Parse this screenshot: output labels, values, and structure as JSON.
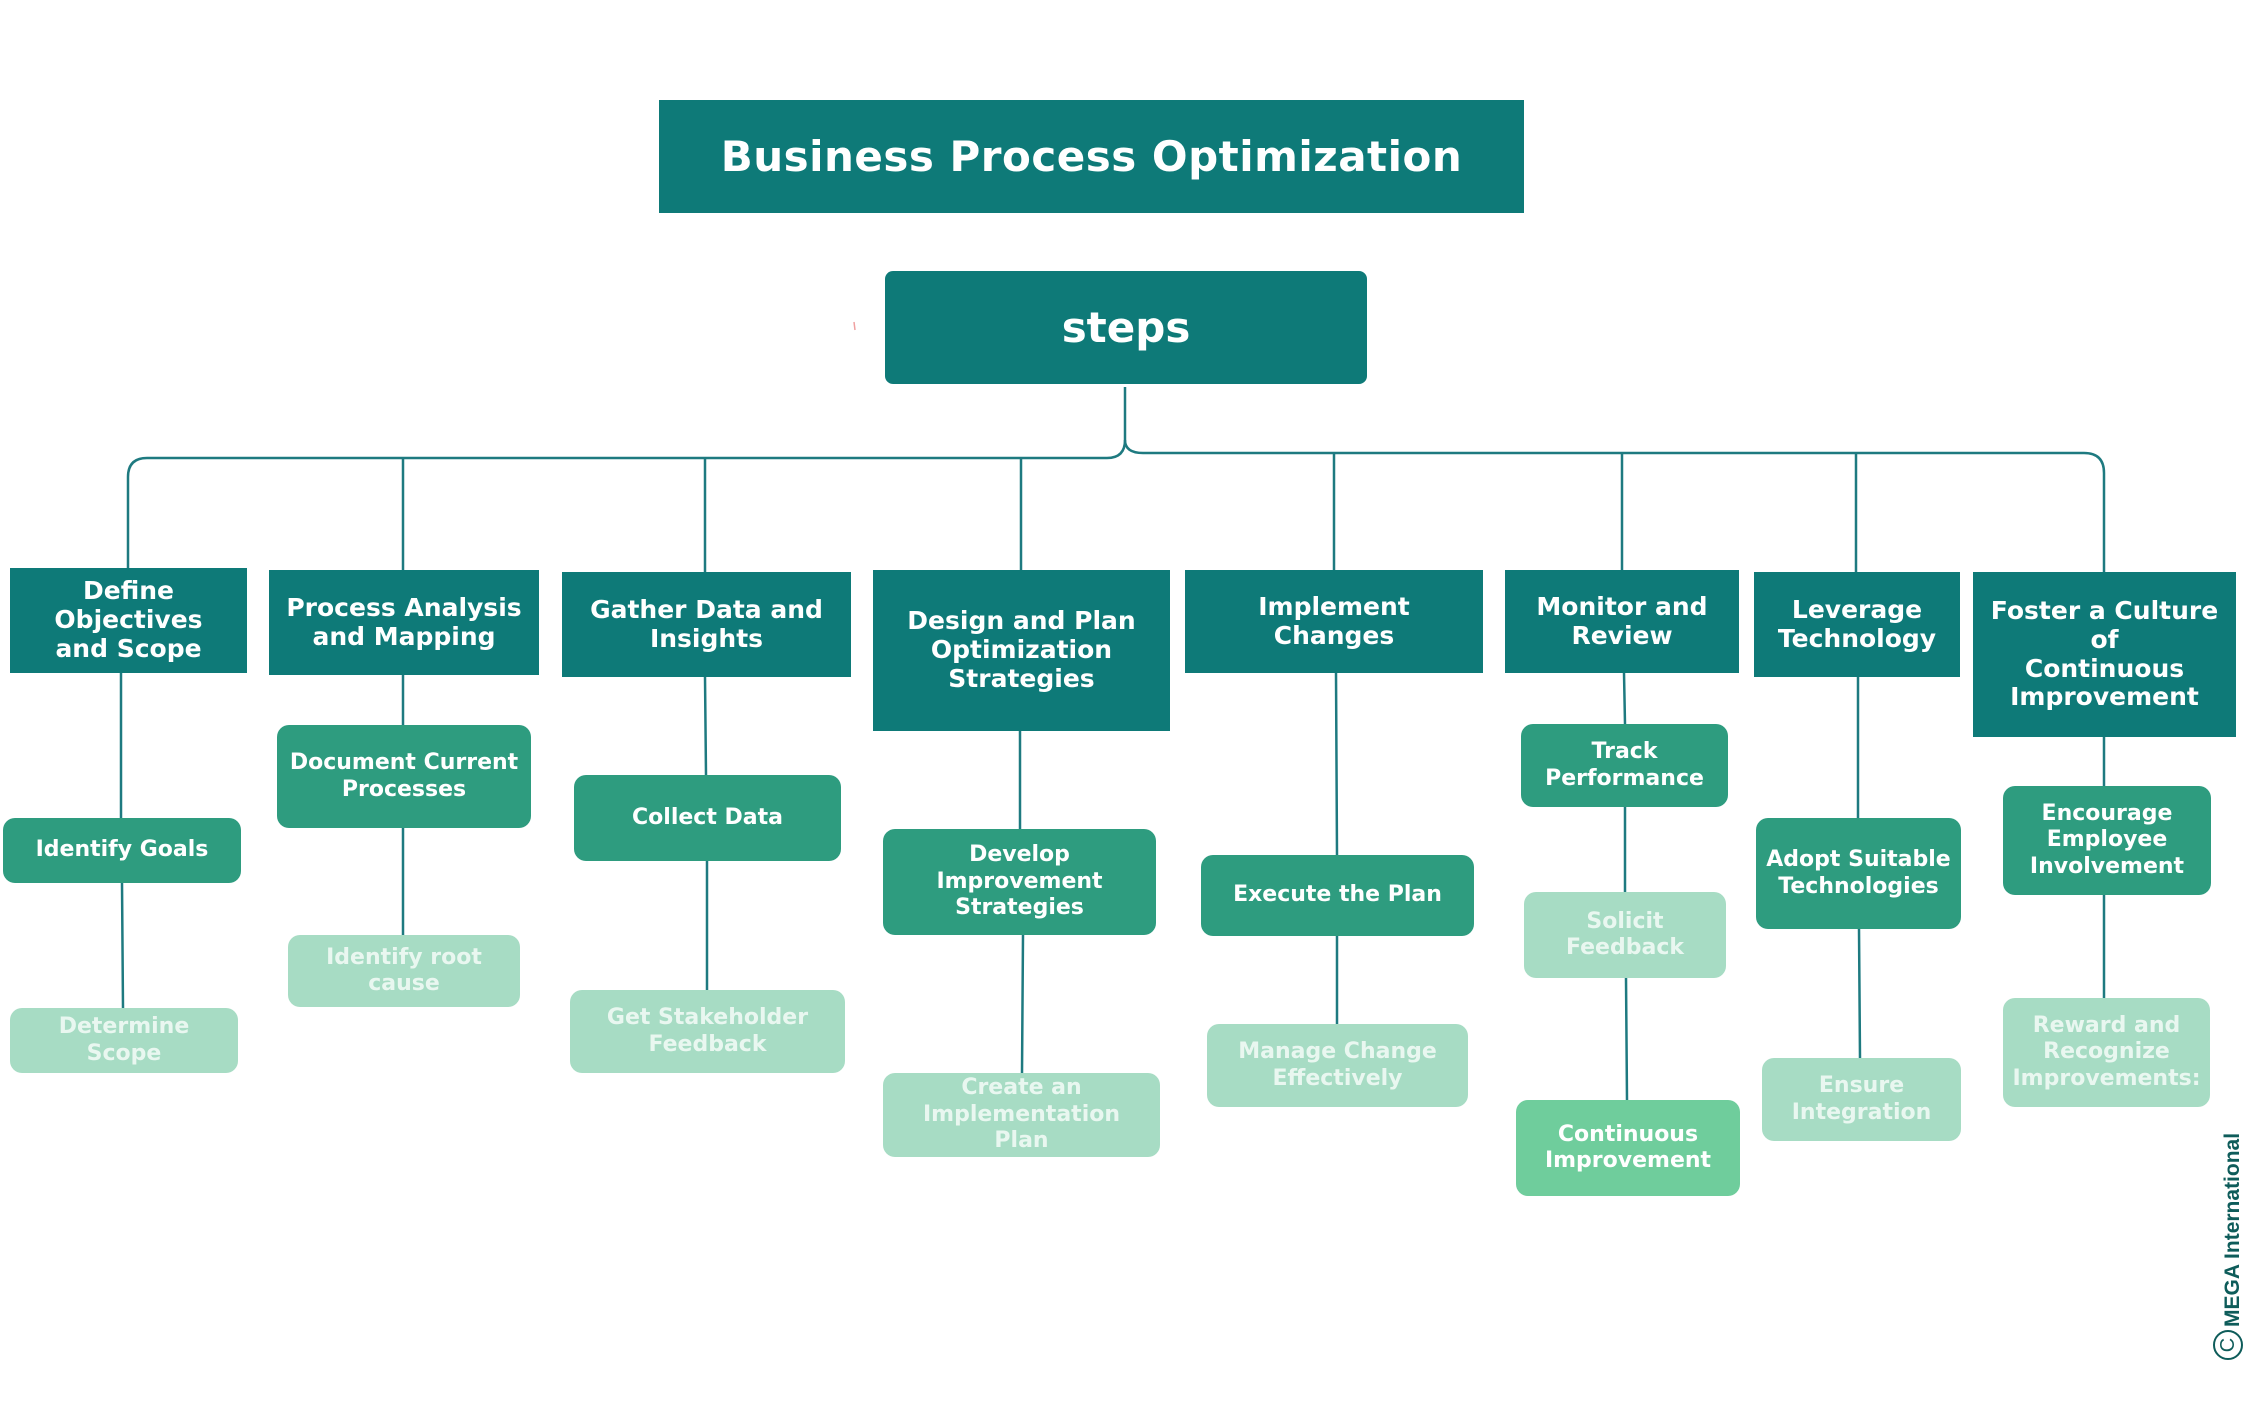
{
  "title": "Business Process Optimization",
  "root": "steps",
  "categories": [
    {
      "label": "Define Objectives\nand Scope",
      "children": [
        "Identify Goals",
        "Determine Scope"
      ]
    },
    {
      "label": "Process Analysis\nand Mapping",
      "children": [
        "Document Current\nProcesses",
        "Identify root cause"
      ]
    },
    {
      "label": "Gather Data and\nInsights",
      "children": [
        "Collect Data",
        "Get Stakeholder\nFeedback"
      ]
    },
    {
      "label": "Design and Plan\nOptimization\nStrategies",
      "children": [
        "Develop Improvement\nStrategies",
        "Create an\nImplementation Plan"
      ]
    },
    {
      "label": "Implement Changes",
      "children": [
        "Execute the Plan",
        "Manage Change\nEffectively"
      ]
    },
    {
      "label": "Monitor and\nReview",
      "children": [
        "Track\nPerformance",
        "Solicit Feedback",
        "Continuous\nImprovement"
      ]
    },
    {
      "label": "Leverage\nTechnology",
      "children": [
        "Adopt Suitable\nTechnologies",
        "Ensure\nIntegration"
      ]
    },
    {
      "label": "Foster a Culture of\nContinuous\nImprovement",
      "children": [
        "Encourage\nEmployee\nInvolvement",
        "Reward and\nRecognize\nImprovements:"
      ]
    }
  ],
  "watermark": "MEGA International",
  "colors": {
    "primary": "#0e7a78",
    "secondary": "#2e9c7f",
    "light": "#a7dcc4",
    "green": "#6fcd9c",
    "line": "#1e7a80"
  }
}
